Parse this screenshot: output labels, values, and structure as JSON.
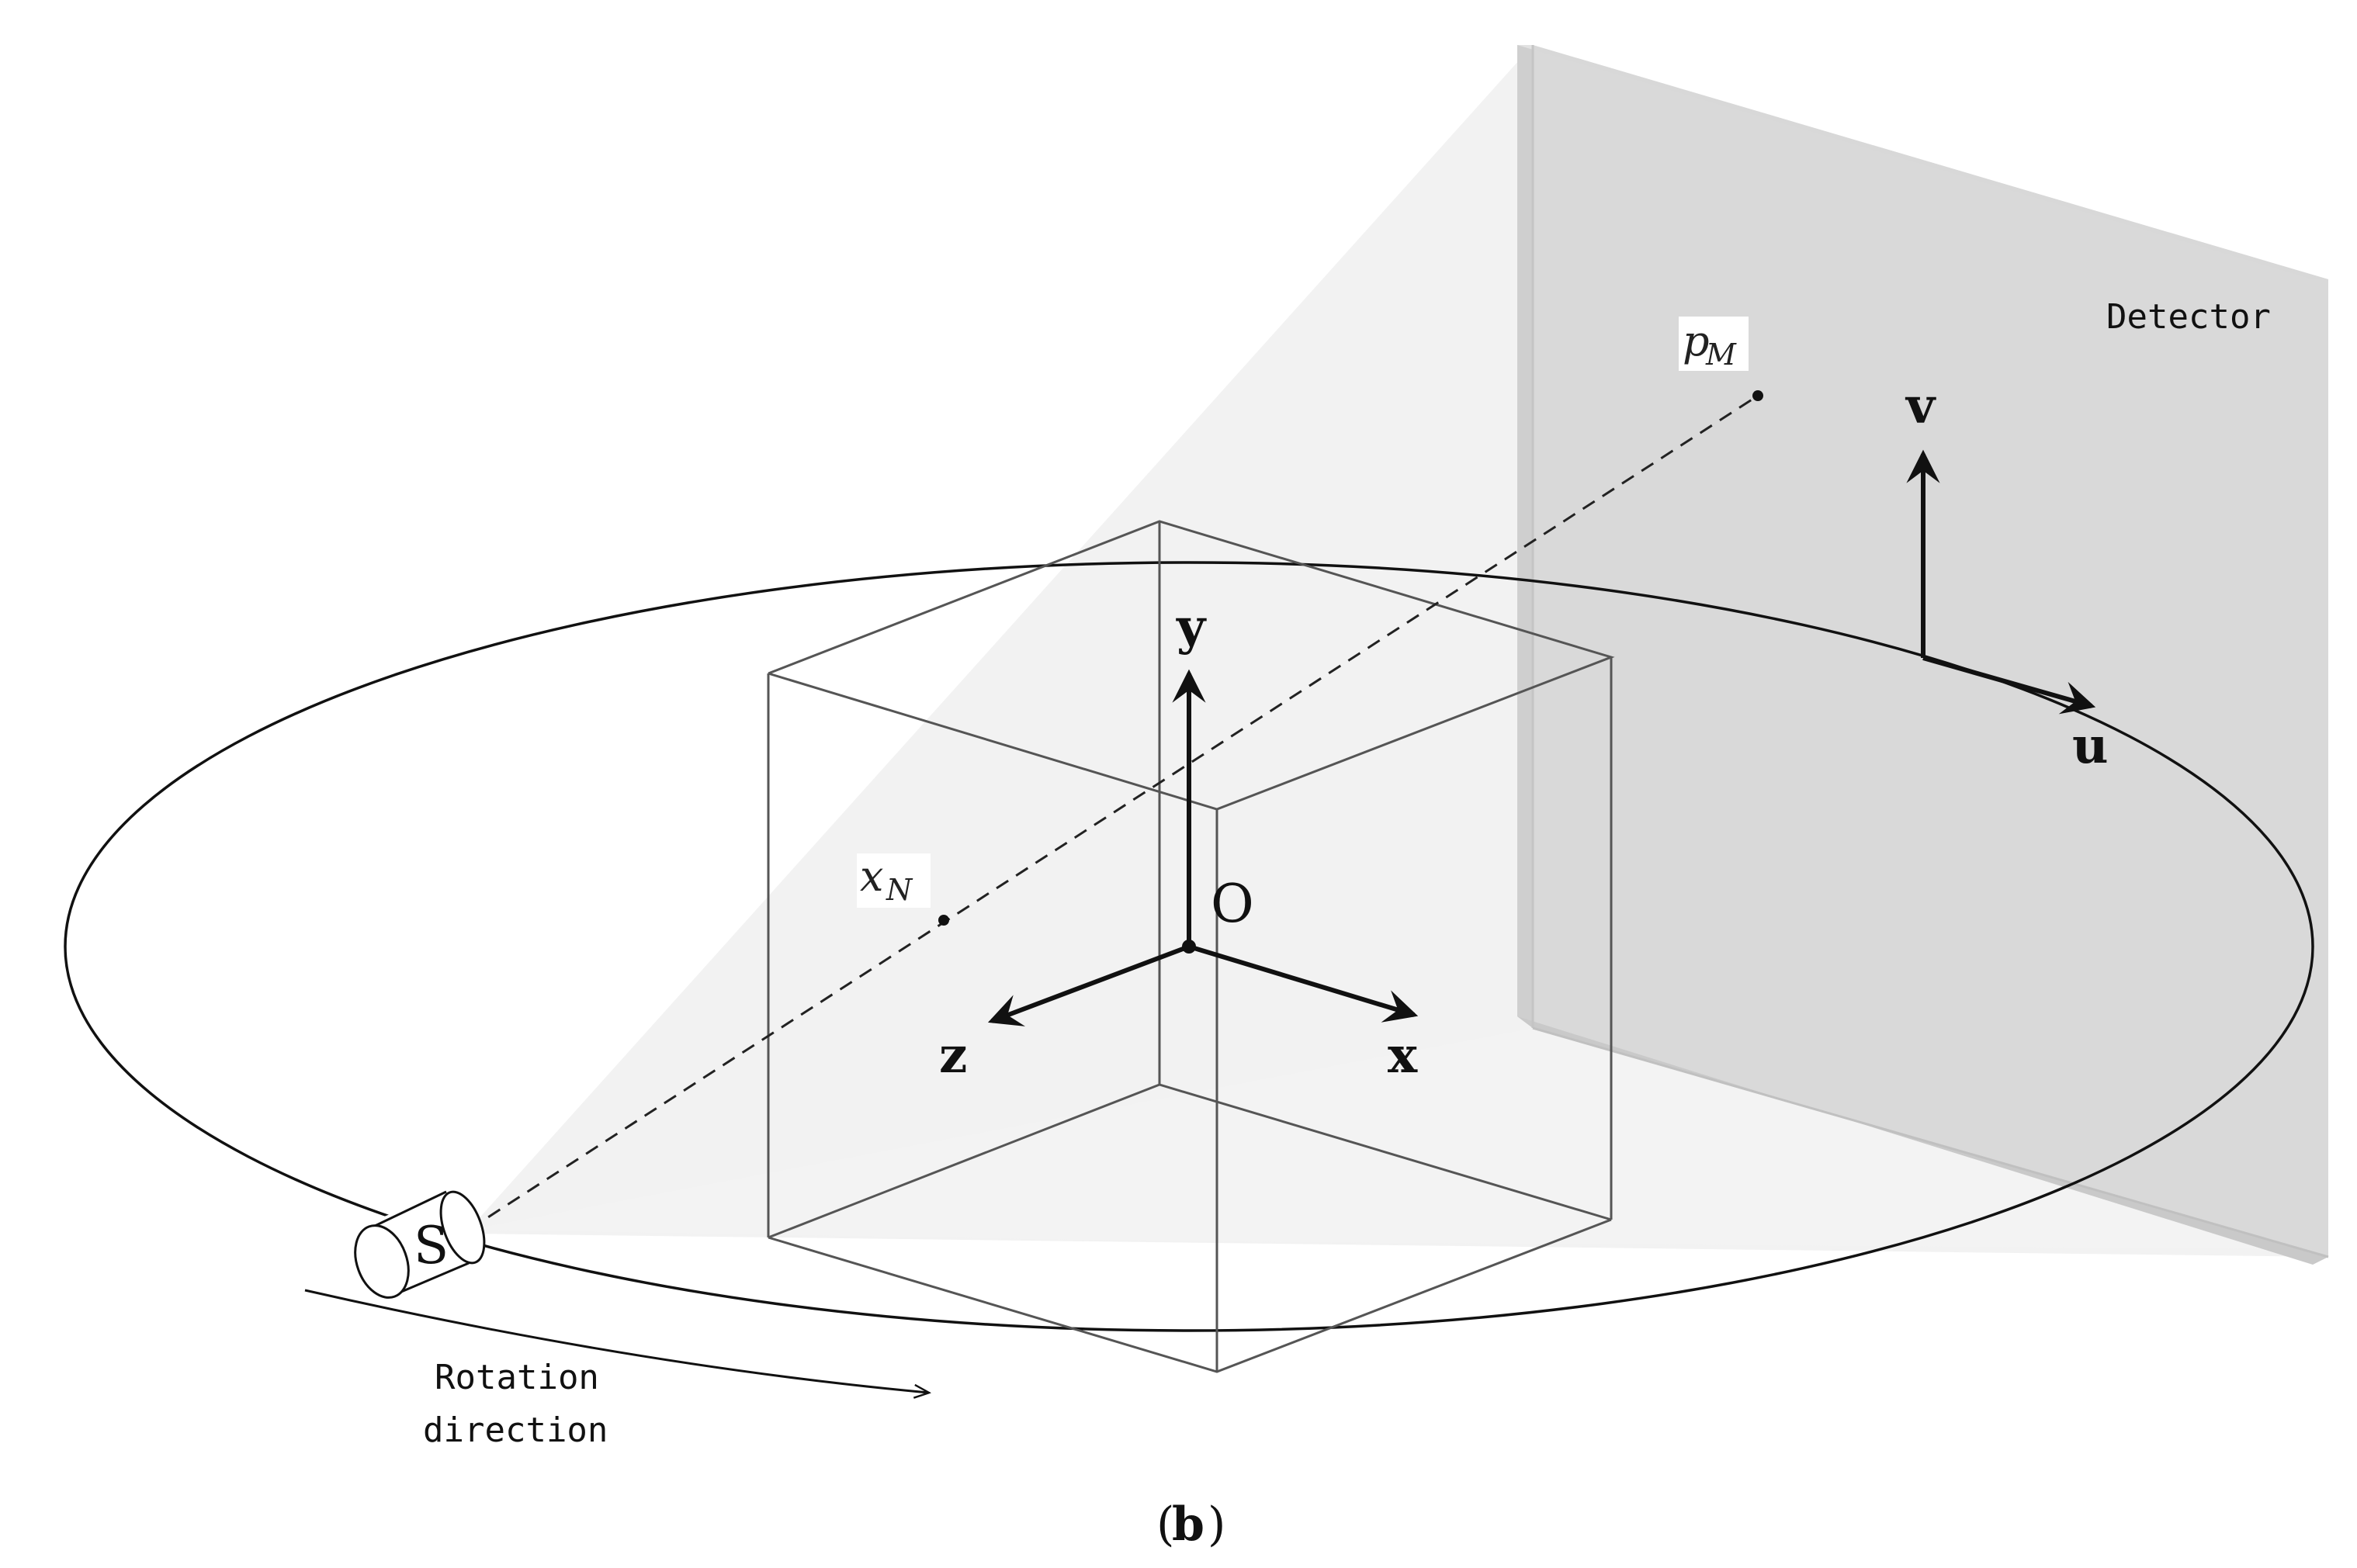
{
  "labels": {
    "detector": "Detector",
    "point_p": "p",
    "point_p_sub": "M",
    "point_x": "x",
    "point_x_sub": "N",
    "axis_x": "x",
    "axis_y": "y",
    "axis_z": "z",
    "axis_u": "u",
    "axis_v": "v",
    "origin": "O",
    "source": "S",
    "rotation_line1": "Rotation",
    "rotation_line2": "direction",
    "caption_open": "(",
    "caption_letter": "b",
    "caption_close": ")"
  },
  "colors": {
    "detector_panel": "#d6d6d6",
    "detector_edge": "#cbcbcb",
    "beam_cone": "#efefef",
    "cube_edge": "#555555",
    "orbit": "#111111"
  }
}
